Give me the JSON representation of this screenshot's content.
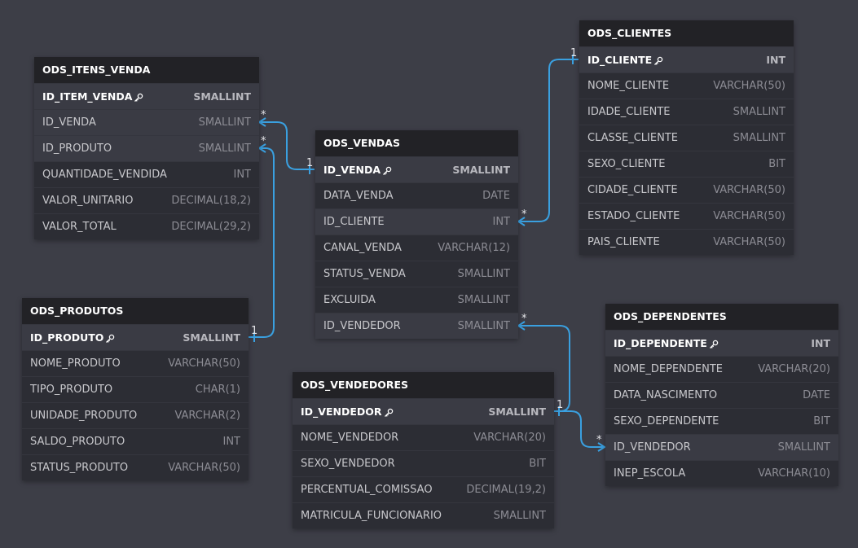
{
  "colors": {
    "background": "#3d3e47",
    "relation_line": "#3aa0e0"
  },
  "tables": [
    {
      "id": "ods_itens_venda",
      "name": "ODS_ITENS_VENDA",
      "columns": [
        {
          "name": "ID_ITEM_VENDA",
          "type": "SMALLINT",
          "pk": true
        },
        {
          "name": "ID_VENDA",
          "type": "SMALLINT"
        },
        {
          "name": "ID_PRODUTO",
          "type": "SMALLINT"
        },
        {
          "name": "QUANTIDADE_VENDIDA",
          "type": "INT"
        },
        {
          "name": "VALOR_UNITARIO",
          "type": "DECIMAL(18,2)"
        },
        {
          "name": "VALOR_TOTAL",
          "type": "DECIMAL(29,2)"
        }
      ]
    },
    {
      "id": "ods_produtos",
      "name": "ODS_PRODUTOS",
      "columns": [
        {
          "name": "ID_PRODUTO",
          "type": "SMALLINT",
          "pk": true
        },
        {
          "name": "NOME_PRODUTO",
          "type": "VARCHAR(50)"
        },
        {
          "name": "TIPO_PRODUTO",
          "type": "CHAR(1)"
        },
        {
          "name": "UNIDADE_PRODUTO",
          "type": "VARCHAR(2)"
        },
        {
          "name": "SALDO_PRODUTO",
          "type": "INT"
        },
        {
          "name": "STATUS_PRODUTO",
          "type": "VARCHAR(50)"
        }
      ]
    },
    {
      "id": "ods_vendas",
      "name": "ODS_VENDAS",
      "columns": [
        {
          "name": "ID_VENDA",
          "type": "SMALLINT",
          "pk": true
        },
        {
          "name": "DATA_VENDA",
          "type": "DATE"
        },
        {
          "name": "ID_CLIENTE",
          "type": "INT"
        },
        {
          "name": "CANAL_VENDA",
          "type": "VARCHAR(12)"
        },
        {
          "name": "STATUS_VENDA",
          "type": "SMALLINT"
        },
        {
          "name": "EXCLUIDA",
          "type": "SMALLINT"
        },
        {
          "name": "ID_VENDEDOR",
          "type": "SMALLINT"
        }
      ]
    },
    {
      "id": "ods_vendedores",
      "name": "ODS_VENDEDORES",
      "columns": [
        {
          "name": "ID_VENDEDOR",
          "type": "SMALLINT",
          "pk": true
        },
        {
          "name": "NOME_VENDEDOR",
          "type": "VARCHAR(20)"
        },
        {
          "name": "SEXO_VENDEDOR",
          "type": "BIT"
        },
        {
          "name": "PERCENTUAL_COMISSAO",
          "type": "DECIMAL(19,2)"
        },
        {
          "name": "MATRICULA_FUNCIONARIO",
          "type": "SMALLINT"
        }
      ]
    },
    {
      "id": "ods_clientes",
      "name": "ODS_CLIENTES",
      "columns": [
        {
          "name": "ID_CLIENTE",
          "type": "INT",
          "pk": true
        },
        {
          "name": "NOME_CLIENTE",
          "type": "VARCHAR(50)"
        },
        {
          "name": "IDADE_CLIENTE",
          "type": "SMALLINT"
        },
        {
          "name": "CLASSE_CLIENTE",
          "type": "SMALLINT"
        },
        {
          "name": "SEXO_CLIENTE",
          "type": "BIT"
        },
        {
          "name": "CIDADE_CLIENTE",
          "type": "VARCHAR(50)"
        },
        {
          "name": "ESTADO_CLIENTE",
          "type": "VARCHAR(50)"
        },
        {
          "name": "PAIS_CLIENTE",
          "type": "VARCHAR(50)"
        }
      ]
    },
    {
      "id": "ods_dependentes",
      "name": "ODS_DEPENDENTES",
      "columns": [
        {
          "name": "ID_DEPENDENTE",
          "type": "INT",
          "pk": true
        },
        {
          "name": "NOME_DEPENDENTE",
          "type": "VARCHAR(20)"
        },
        {
          "name": "DATA_NASCIMENTO",
          "type": "DATE"
        },
        {
          "name": "SEXO_DEPENDENTE",
          "type": "BIT"
        },
        {
          "name": "ID_VENDEDOR",
          "type": "SMALLINT"
        },
        {
          "name": "INEP_ESCOLA",
          "type": "VARCHAR(10)"
        }
      ]
    }
  ],
  "relationships": [
    {
      "from": "ods_itens_venda.ID_VENDA",
      "to": "ods_vendas.ID_VENDA",
      "from_card": "*",
      "to_card": "1"
    },
    {
      "from": "ods_itens_venda.ID_PRODUTO",
      "to": "ods_produtos.ID_PRODUTO",
      "from_card": "*",
      "to_card": "1"
    },
    {
      "from": "ods_vendas.ID_CLIENTE",
      "to": "ods_clientes.ID_CLIENTE",
      "from_card": "*",
      "to_card": "1"
    },
    {
      "from": "ods_vendas.ID_VENDEDOR",
      "to": "ods_vendedores.ID_VENDEDOR",
      "from_card": "*",
      "to_card": "1"
    },
    {
      "from": "ods_dependentes.ID_VENDEDOR",
      "to": "ods_vendedores.ID_VENDEDOR",
      "from_card": "*",
      "to_card": "1"
    }
  ]
}
